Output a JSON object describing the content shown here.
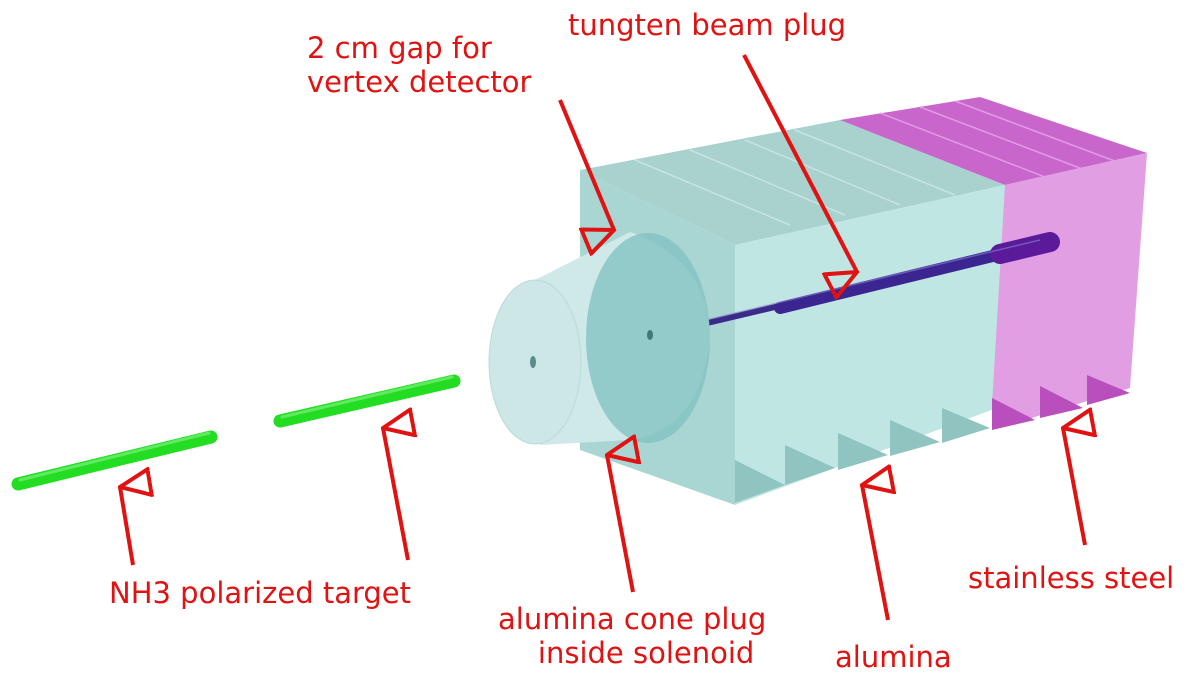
{
  "colors": {
    "annotation": "#e01212",
    "target_rod": "#22dd22",
    "alumina": "#bfe6e3",
    "alumina_top": "#a9d2cf",
    "stainless_steel": "#e29ee2",
    "stainless_steel_top": "#c866cc",
    "tungsten_plug": "#3a2a8a",
    "cone": "#cfe8e8",
    "cone_face": "#7fc0c0"
  },
  "labels": {
    "tungsten": "tungten beam plug",
    "gap_line1": "2 cm gap for",
    "gap_line2": "vertex detector",
    "nh3": "NH3 polarized target",
    "cone_line1": "alumina cone plug",
    "cone_line2": "inside solenoid",
    "alumina": "alumina",
    "steel": "stainless steel"
  }
}
